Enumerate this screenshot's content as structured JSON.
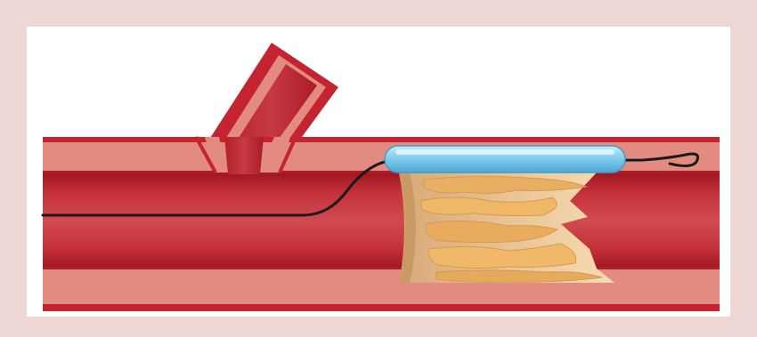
{
  "figure": {
    "subject": "artery-with-balloon-catheter-at-plaque",
    "colors": {
      "background_frame": "#ecd7d4",
      "panel": "#ffffff",
      "vessel_wall_outer": "#c3242f",
      "vessel_wall_inner": "#e38b80",
      "vessel_lumen": "#b01c26",
      "plaque_fill": "#e8b06c",
      "plaque_base": "#f4d9aa",
      "plaque_edge": "#c99a63",
      "balloon_fill": "#7ec9ea",
      "balloon_highlight": "#c8ecf9",
      "guidewire": "#1a1a1a"
    },
    "icons": [
      "artery",
      "branch-vessel",
      "plaque",
      "balloon-catheter",
      "guidewire"
    ]
  }
}
